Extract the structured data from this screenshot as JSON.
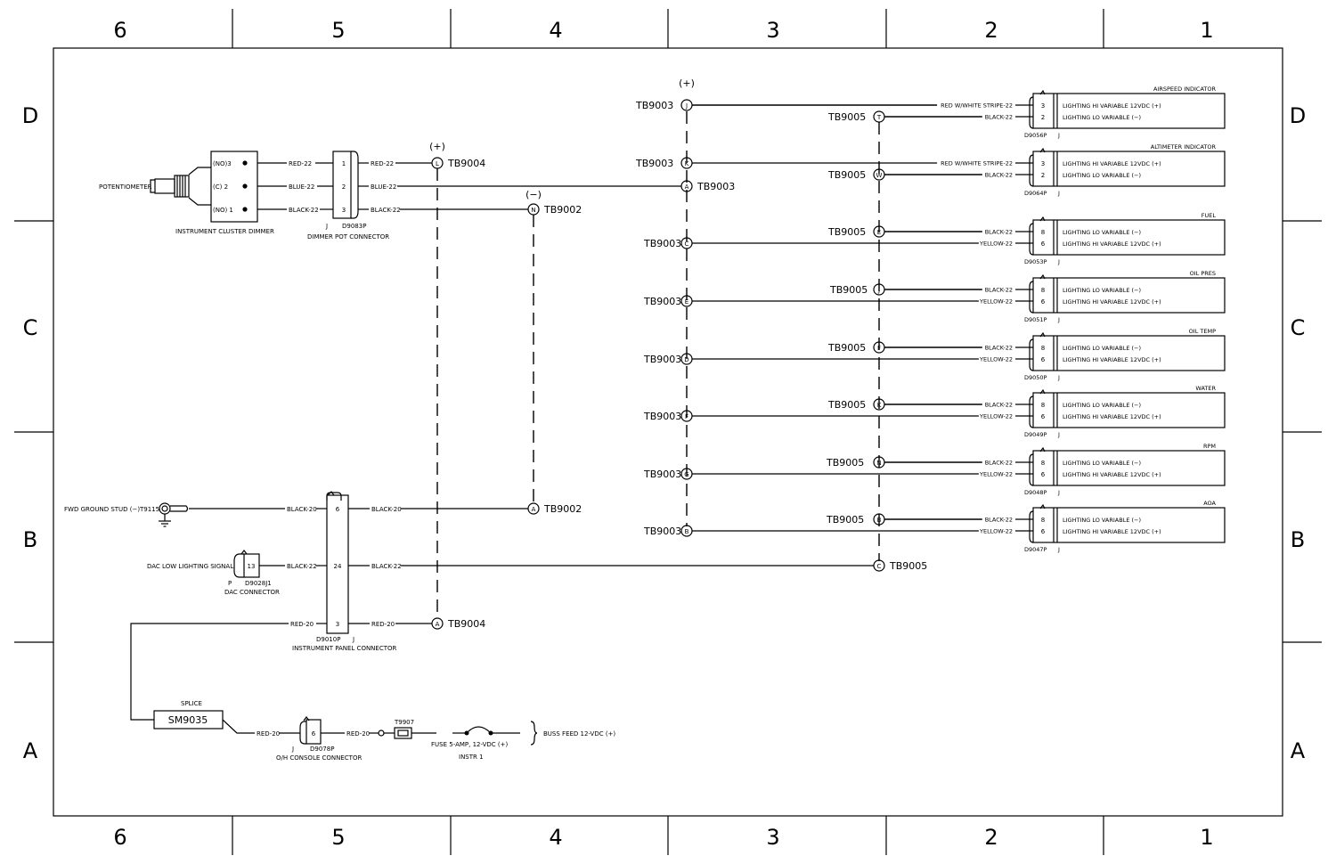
{
  "zones": {
    "cols": [
      "6",
      "5",
      "4",
      "3",
      "2",
      "1"
    ],
    "rows": [
      "D",
      "C",
      "B",
      "A"
    ]
  },
  "dimmer": {
    "label": "POTENTIOMETER",
    "pins": [
      "(NO)3",
      "(C) 2",
      "(NO) 1"
    ],
    "caption": "INSTRUMENT CLUSTER DIMMER",
    "wires": [
      "RED-22",
      "BLUE-22",
      "BLACK-22"
    ]
  },
  "dimmer_conn": {
    "pins": [
      "1",
      "2",
      "3"
    ],
    "j": "J",
    "ref": "D9083P",
    "caption": "DIMMER POT CONNECTOR",
    "wires_out": [
      "RED-22",
      "BLUE-22",
      "BLACK-22"
    ]
  },
  "tb9004_top": {
    "polarity": "(+)",
    "node": "L",
    "label": "TB9004"
  },
  "tb9002_top": {
    "polarity": "(−)",
    "node": "N",
    "label": "TB9002"
  },
  "tb9003_a": {
    "node": "A",
    "label": "TB9003"
  },
  "tb9003_plus": "(+)",
  "instruments": [
    {
      "title": "AIRSPEED INDICATOR",
      "tb3_node": "J",
      "tb3_label": "TB9003",
      "tb5_node": "T",
      "tb5_label": "TB9005",
      "pins": [
        "3",
        "2"
      ],
      "wires": [
        "RED W/WHITE STRIPE-22",
        "BLACK-22"
      ],
      "funcs": [
        "LIGHTING HI VARIABLE 12VDC (+)",
        "LIGHTING LO VARIABLE (−)"
      ],
      "ref": "D9056P",
      "j": "J"
    },
    {
      "title": "ALTIMETER INDICATOR",
      "tb3_node": "K",
      "tb3_label": "TB9003",
      "tb5_node": "W",
      "tb5_label": "TB9005",
      "pins": [
        "3",
        "2"
      ],
      "wires": [
        "RED W/WHITE STRIPE-22",
        "BLACK-22"
      ],
      "funcs": [
        "LIGHTING HI VARIABLE 12VDC (+)",
        "LIGHTING LO VARIABLE (−)"
      ],
      "ref": "D9064P",
      "j": "J"
    },
    {
      "title": "FUEL",
      "tb3_node": "C",
      "tb3_label": "TB9003",
      "tb5_node": "E",
      "tb5_label": "TB9005",
      "pins": [
        "8",
        "6"
      ],
      "wires": [
        "BLACK-22",
        "YELLOW-22"
      ],
      "funcs": [
        "LIGHTING LO VARIABLE (−)",
        "LIGHTING HI VARIABLE 12VDC (+)"
      ],
      "ref": "D9053P",
      "j": "J"
    },
    {
      "title": "OIL PRES",
      "tb3_node": "E",
      "tb3_label": "TB9003",
      "tb5_node": "J",
      "tb5_label": "TB9005",
      "pins": [
        "8",
        "6"
      ],
      "wires": [
        "BLACK-22",
        "YELLOW-22"
      ],
      "funcs": [
        "LIGHTING LO VARIABLE (−)",
        "LIGHTING HI VARIABLE 12VDC (+)"
      ],
      "ref": "D9051P",
      "j": "J"
    },
    {
      "title": "OIL TEMP",
      "tb3_node": "D",
      "tb3_label": "TB9003",
      "tb5_node": "F",
      "tb5_label": "TB9005",
      "pins": [
        "8",
        "6"
      ],
      "wires": [
        "BLACK-22",
        "YELLOW-22"
      ],
      "funcs": [
        "LIGHTING LO VARIABLE (−)",
        "LIGHTING HI VARIABLE 12VDC (+)"
      ],
      "ref": "D9050P",
      "j": "J"
    },
    {
      "title": "WATER",
      "tb3_node": "F",
      "tb3_label": "TB9003",
      "tb5_node": "K",
      "tb5_label": "TB9005",
      "pins": [
        "8",
        "6"
      ],
      "wires": [
        "BLACK-22",
        "YELLOW-22"
      ],
      "funcs": [
        "LIGHTING LO VARIABLE (−)",
        "LIGHTING HI VARIABLE 12VDC (+)"
      ],
      "ref": "D9049P",
      "j": "J"
    },
    {
      "title": "RPM",
      "tb3_node": "G",
      "tb3_label": "TB9003",
      "tb5_node": "N",
      "tb5_label": "TB9005",
      "pins": [
        "8",
        "6"
      ],
      "wires": [
        "BLACK-22",
        "YELLOW-22"
      ],
      "funcs": [
        "LIGHTING LO VARIABLE (−)",
        "LIGHTING HI VARIABLE 12VDC (+)"
      ],
      "ref": "D9048P",
      "j": "J"
    },
    {
      "title": "AOA",
      "tb3_node": "B",
      "tb3_label": "TB9003",
      "tb5_node": "B",
      "tb5_label": "TB9005",
      "pins": [
        "8",
        "6"
      ],
      "wires": [
        "BLACK-22",
        "YELLOW-22"
      ],
      "funcs": [
        "LIGHTING LO VARIABLE (−)",
        "LIGHTING HI VARIABLE 12VDC (+)"
      ],
      "ref": "D9047P",
      "j": "J"
    }
  ],
  "ground": {
    "label": "FWD GROUND STUD (−)",
    "ref": "T9115",
    "wire": "BLACK-20"
  },
  "dac": {
    "label": "DAC LOW LIGHTING SIGNAL",
    "pin": "13",
    "p": "P",
    "ref": "D9028J1",
    "caption": "DAC CONNECTOR",
    "wire": "BLACK-22"
  },
  "panel_conn": {
    "pins": [
      "6",
      "24",
      "3"
    ],
    "ref": "D9010P",
    "j": "J",
    "caption": "INSTRUMENT PANEL CONNECTOR",
    "wires_out": [
      "BLACK-20",
      "BLACK-22",
      "RED-20"
    ],
    "wire_in_red": "RED-20"
  },
  "tb9002_bot": {
    "node": "A",
    "label": "TB9002"
  },
  "tb9005_c": {
    "node": "C",
    "label": "TB9005"
  },
  "tb9004_bot": {
    "node": "A",
    "label": "TB9004"
  },
  "splice": {
    "title": "SPLICE",
    "label": "SM9035",
    "wire": "RED-20"
  },
  "oh_conn": {
    "pin": "6",
    "j": "J",
    "ref": "D9078P",
    "caption": "O/H CONSOLE CONNECTOR",
    "wire": "RED-20"
  },
  "terminal": {
    "label": "T9907"
  },
  "fuse": {
    "label": "FUSE 5-AMP, 12-VDC (+)",
    "sub": "INSTR 1"
  },
  "buss": {
    "label": "BUSS FEED 12-VDC (+)"
  }
}
